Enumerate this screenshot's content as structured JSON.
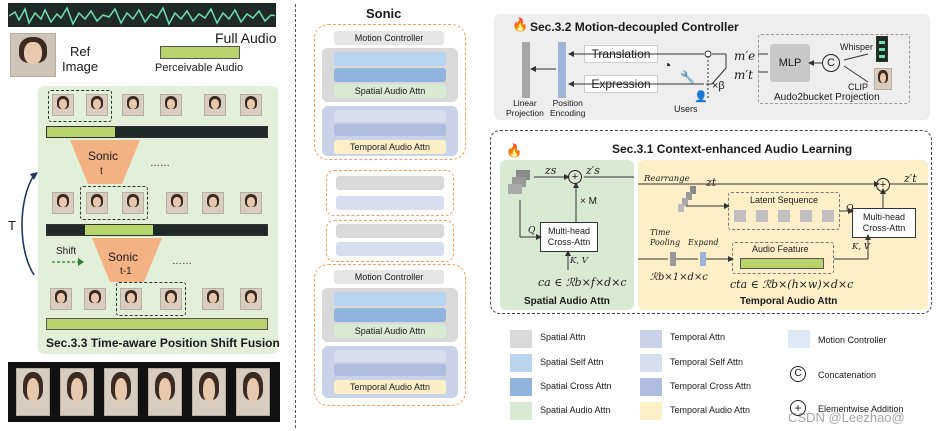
{
  "left": {
    "full_audio": "Full Audio",
    "ref_image": "Ref\nImage",
    "perceivable_audio": "Perceivable Audio",
    "t_label": "T",
    "sonic_t": "Sonic",
    "sonic_t_sub": "t",
    "sonic_t1": "Sonic",
    "sonic_t1_sub": "t-1",
    "shift": "Shift",
    "dots": "……",
    "section_title": "Sec.3.3 Time-aware Position Shift Fusion"
  },
  "middle": {
    "title": "Sonic",
    "motion_controller": "Motion Controller",
    "spatial_audio_attn": "Spatial Audio Attn",
    "temporal_audio_attn": "Temporal Audio Attn"
  },
  "motion": {
    "title": "Sec.3.2 Motion-decoupled Controller",
    "translation": "Translation",
    "expression": "Expression",
    "linear_projection": "Linear\nProjection",
    "position_encoding": "Position\nEncoding",
    "users": "Users",
    "beta": "×β",
    "me": "m′e",
    "mt": "m′t",
    "mlp": "MLP",
    "concat": "C",
    "whisper": "Whisper",
    "clip": "CLIP",
    "audio2bucket": "Audo2bucket Projection"
  },
  "context": {
    "title": "Sec.3.1 Context-enhanced Audio Learning",
    "zs": "zs",
    "zs_prime": "z′s",
    "times_m": "× M",
    "q": "Q",
    "kv": "K, V",
    "cross_attn": "Multi-head\nCross-Attn",
    "ca_formula": "ca ∈ ℛb×f×d×c",
    "spatial_label": "Spatial Audio Attn",
    "rearrange": "Rearrange",
    "zt": "zt",
    "zt_prime": "z′t",
    "latent_sequence": "Latent Sequence",
    "time_pooling": "Time\nPooling",
    "expand": "Expand",
    "audio_feature": "Audio Feature",
    "rb1": "ℛb×1×d×c",
    "cta_formula": "cta ∈ ℛb×(h×w)×d×c",
    "temporal_label": "Temporal Audio Attn"
  },
  "legend": {
    "items": [
      {
        "label": "Spatial Attn",
        "color": "#d9d9d9"
      },
      {
        "label": "Spatial Self Attn",
        "color": "#b8d4ee"
      },
      {
        "label": "Spatial Cross Attn",
        "color": "#8fb3dc"
      },
      {
        "label": "Spatial Audio Attn",
        "color": "#d9ead3"
      },
      {
        "label": "Temporal Attn",
        "color": "#c9d2e6"
      },
      {
        "label": "Temporal Self Attn",
        "color": "#d6def0"
      },
      {
        "label": "Temporal Cross Attn",
        "color": "#aebde0"
      },
      {
        "label": "Temporal Audio Attn",
        "color": "#fdf0c8"
      },
      {
        "label": "Motion Controller",
        "color": "#deebf7"
      }
    ],
    "concatenation": "Concatenation",
    "elementwise": "Elementwise Addition"
  },
  "watermark": "CSDN @Leezhao@"
}
